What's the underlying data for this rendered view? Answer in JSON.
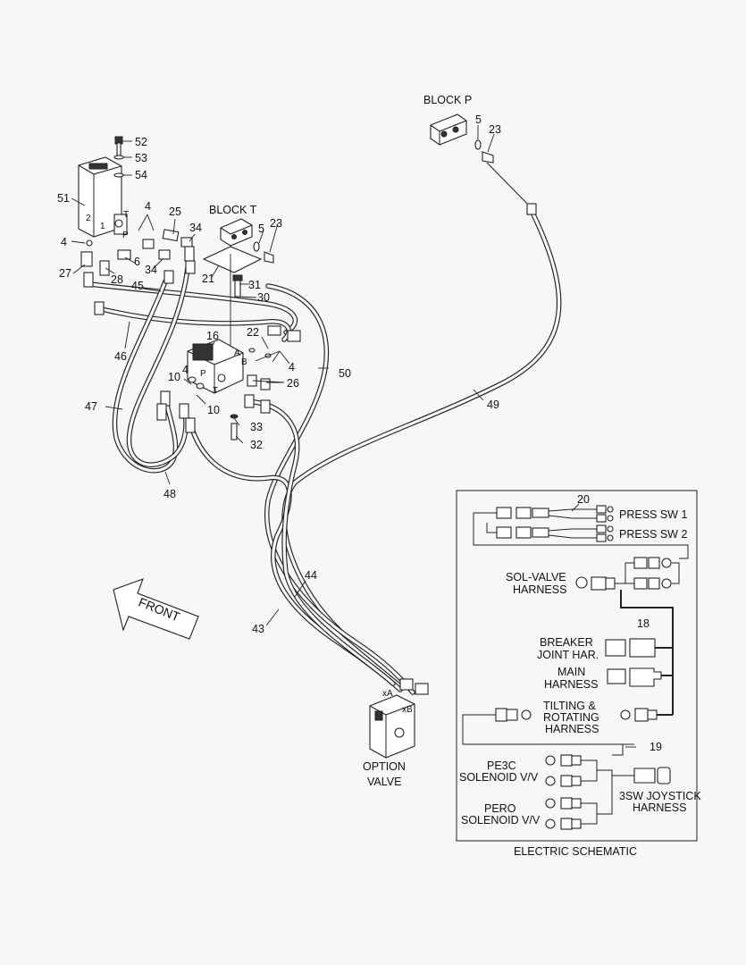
{
  "titles": {
    "block_p": "BLOCK P",
    "block_t": "BLOCK T",
    "option_valve_1": "OPTION",
    "option_valve_2": "VALVE",
    "front": "FRONT",
    "electric_schematic": "ELECTRIC SCHEMATIC"
  },
  "callouts": {
    "c52": "52",
    "c53": "53",
    "c54": "54",
    "c51": "51",
    "c4a": "4",
    "c4b": "4",
    "c4c": "4",
    "c4d": "4",
    "c25": "25",
    "c34a": "34",
    "c34b": "34",
    "c27": "27",
    "c28": "28",
    "c6": "6",
    "c5a": "5",
    "c5b": "5",
    "c23a": "23",
    "c23b": "23",
    "c21": "21",
    "c31": "31",
    "c30": "30",
    "c45": "45",
    "c46": "46",
    "c16": "16",
    "c22": "22",
    "c26": "26",
    "c10a": "10",
    "c10b": "10",
    "c33": "33",
    "c32": "32",
    "c47": "47",
    "c48": "48",
    "c50": "50",
    "c49": "49",
    "c44": "44",
    "c43": "43"
  },
  "port_labels": {
    "p_2": "2",
    "p_1": "1",
    "p_T": "T",
    "p_P": "P",
    "v_A": "A",
    "v_B": "B",
    "v_P": "P",
    "v_T": "T",
    "xA": "xA",
    "xB": "xB"
  },
  "schematic": {
    "n20": "20",
    "press_sw_1": "PRESS SW 1",
    "press_sw_2": "PRESS SW 2",
    "sol_valve_1": "SOL-VALVE",
    "sol_valve_2": "HARNESS",
    "n18": "18",
    "breaker_1": "BREAKER",
    "breaker_2": "JOINT HAR.",
    "main_1": "MAIN",
    "main_2": "HARNESS",
    "tilting_1": "TILTING &",
    "tilting_2": "ROTATING",
    "tilting_3": "HARNESS",
    "n19": "19",
    "pe3c_1": "PE3C",
    "pe3c_2": "SOLENOID V/V",
    "pero_1": "PERO",
    "pero_2": "SOLENOID V/V",
    "joystick_1": "3SW JOYSTICK",
    "joystick_2": "HARNESS"
  }
}
